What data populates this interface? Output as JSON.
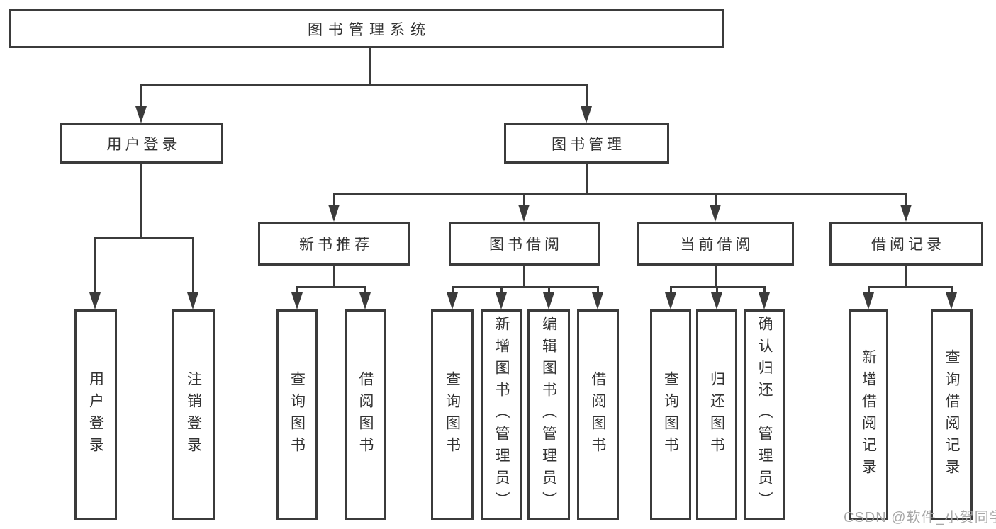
{
  "tree": {
    "label": "图书管理系统",
    "children": [
      {
        "label": "用户登录",
        "children": [
          {
            "label": "用户登录"
          },
          {
            "label": "注销登录"
          }
        ]
      },
      {
        "label": "图书管理",
        "children": [
          {
            "label": "新书推荐",
            "children": [
              {
                "label": "查询图书"
              },
              {
                "label": "借阅图书"
              }
            ]
          },
          {
            "label": "图书借阅",
            "children": [
              {
                "label": "查询图书"
              },
              {
                "label": "新增图书（管理员）"
              },
              {
                "label": "编辑图书（管理员）"
              },
              {
                "label": "借阅图书"
              }
            ]
          },
          {
            "label": "当前借阅",
            "children": [
              {
                "label": "查询图书"
              },
              {
                "label": "归还图书"
              },
              {
                "label": "确认归还（管理员）"
              }
            ]
          },
          {
            "label": "借阅记录",
            "children": [
              {
                "label": "新增借阅记录"
              },
              {
                "label": "查询借阅记录"
              }
            ]
          }
        ]
      }
    ]
  },
  "watermark": {
    "text": "CSDN @软件_小贺同学"
  },
  "colors": {
    "line": "#3b3b3b",
    "text": "#333333",
    "watermark": "#a8a8a8"
  }
}
